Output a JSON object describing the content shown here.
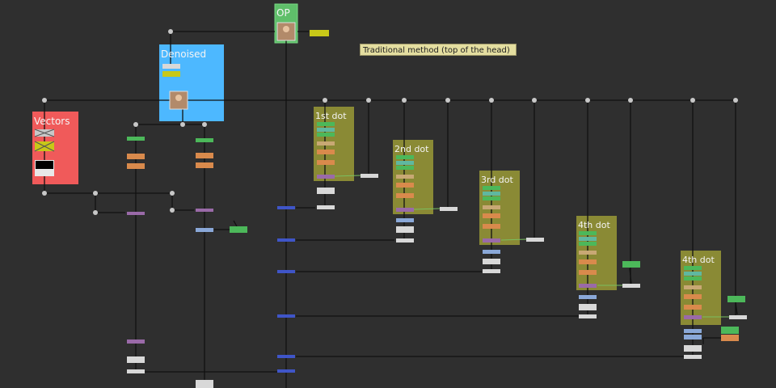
{
  "backdrops": {
    "op": "OP",
    "denoised": "Denoised",
    "vectors": "Vectors",
    "dot1": "1st dot",
    "dot2": "2nd dot",
    "dot3": "3rd dot",
    "dot4a": "4th dot",
    "dot4b": "4th dot"
  },
  "sticky_note": "Traditional method (top of the head)",
  "colors": {
    "canvas": "#2f2f2f",
    "op_backdrop": "#5fbf6a",
    "denoised_backdrop": "#4db8ff",
    "vectors_backdrop": "#f05a5a",
    "dot_backdrop": "#8a8a35",
    "node_green": "#4cb85a",
    "node_orange": "#d98a4c",
    "node_purple": "#9a6aa8",
    "node_blue": "#3f55c8",
    "node_lightblue": "#8aa8d8",
    "node_white": "#d8d8d8",
    "node_yellow": "#c8c818",
    "node_tan": "#c8a874",
    "node_teal": "#5fb8a0"
  }
}
